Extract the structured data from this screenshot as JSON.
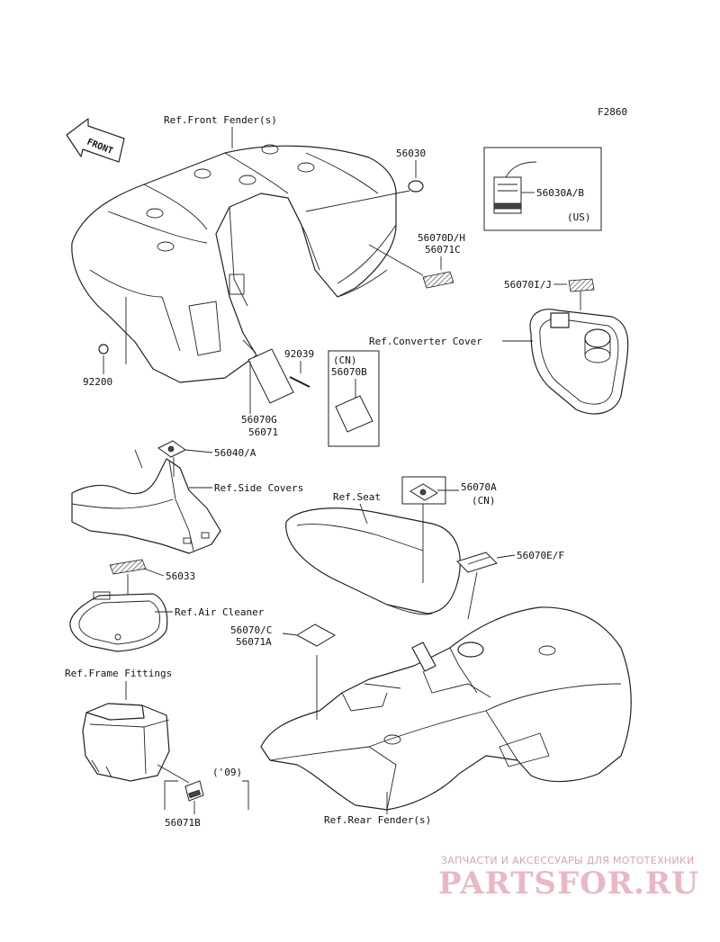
{
  "figure_id": "F2860",
  "front_arrow_label": "FRONT",
  "labels": {
    "ref_front_fender": "Ref.Front Fender(s)",
    "p56030": "56030",
    "p56030ab": "56030A/B",
    "us": "(US)",
    "p56070dh": "56070D/H",
    "p56071c": "56071C",
    "p56070ij": "56070I/J",
    "ref_converter_cover": "Ref.Converter Cover",
    "p92039": "92039",
    "cn1": "(CN)",
    "p56070b": "56070B",
    "p92200": "92200",
    "p56070g": "56070G",
    "p56071": "56071",
    "p56040a": "56040/A",
    "ref_side_covers": "Ref.Side Covers",
    "ref_seat": "Ref.Seat",
    "p56070a": "56070A",
    "cn2": "(CN)",
    "p56070ef": "56070E/F",
    "p56033": "56033",
    "ref_air_cleaner": "Ref.Air Cleaner",
    "p56070c": "56070/C",
    "p56071a": "56071A",
    "ref_frame_fittings": "Ref.Frame Fittings",
    "y09": "('09)",
    "p56071b": "56071B",
    "ref_rear_fender": "Ref.Rear Fender(s)"
  },
  "watermark": {
    "tagline": "ЗАПЧАСТИ И АКСЕССУАРЫ ДЛЯ МОТОТЕХНИКИ",
    "logo": "PARTSFOR.RU"
  },
  "colors": {
    "line": "#222222",
    "watermark": "#e9b8c1"
  }
}
